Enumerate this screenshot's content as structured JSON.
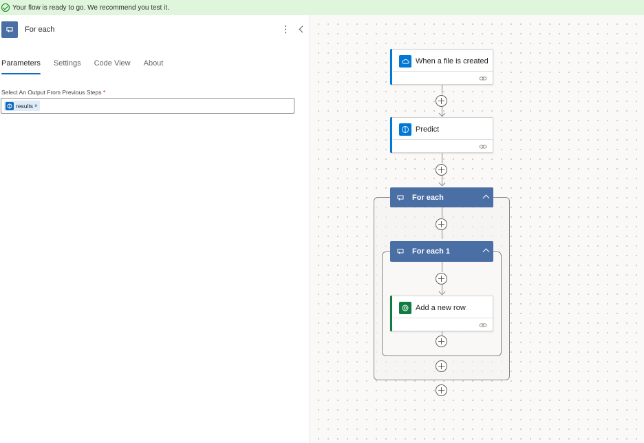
{
  "banner": {
    "text": "Your flow is ready to go. We recommend you test it."
  },
  "panel": {
    "title": "For each",
    "more_label": "⋮",
    "tabs": [
      {
        "label": "Parameters",
        "active": true
      },
      {
        "label": "Settings",
        "active": false
      },
      {
        "label": "Code View",
        "active": false
      },
      {
        "label": "About",
        "active": false
      }
    ],
    "field": {
      "label": "Select An Output From Previous Steps",
      "required_mark": "*",
      "token": {
        "label": "results",
        "remove": "×"
      }
    }
  },
  "flow": {
    "trigger": {
      "label": "When a file is created",
      "color": "#0078d4"
    },
    "predict": {
      "label": "Predict",
      "color": "#0078d4"
    },
    "foreach_outer": {
      "label": "For each",
      "color": "#4a6fa5"
    },
    "foreach_inner": {
      "label": "For each 1",
      "color": "#4a6fa5"
    },
    "add_row": {
      "label": "Add a new row",
      "color": "#107c41"
    }
  }
}
